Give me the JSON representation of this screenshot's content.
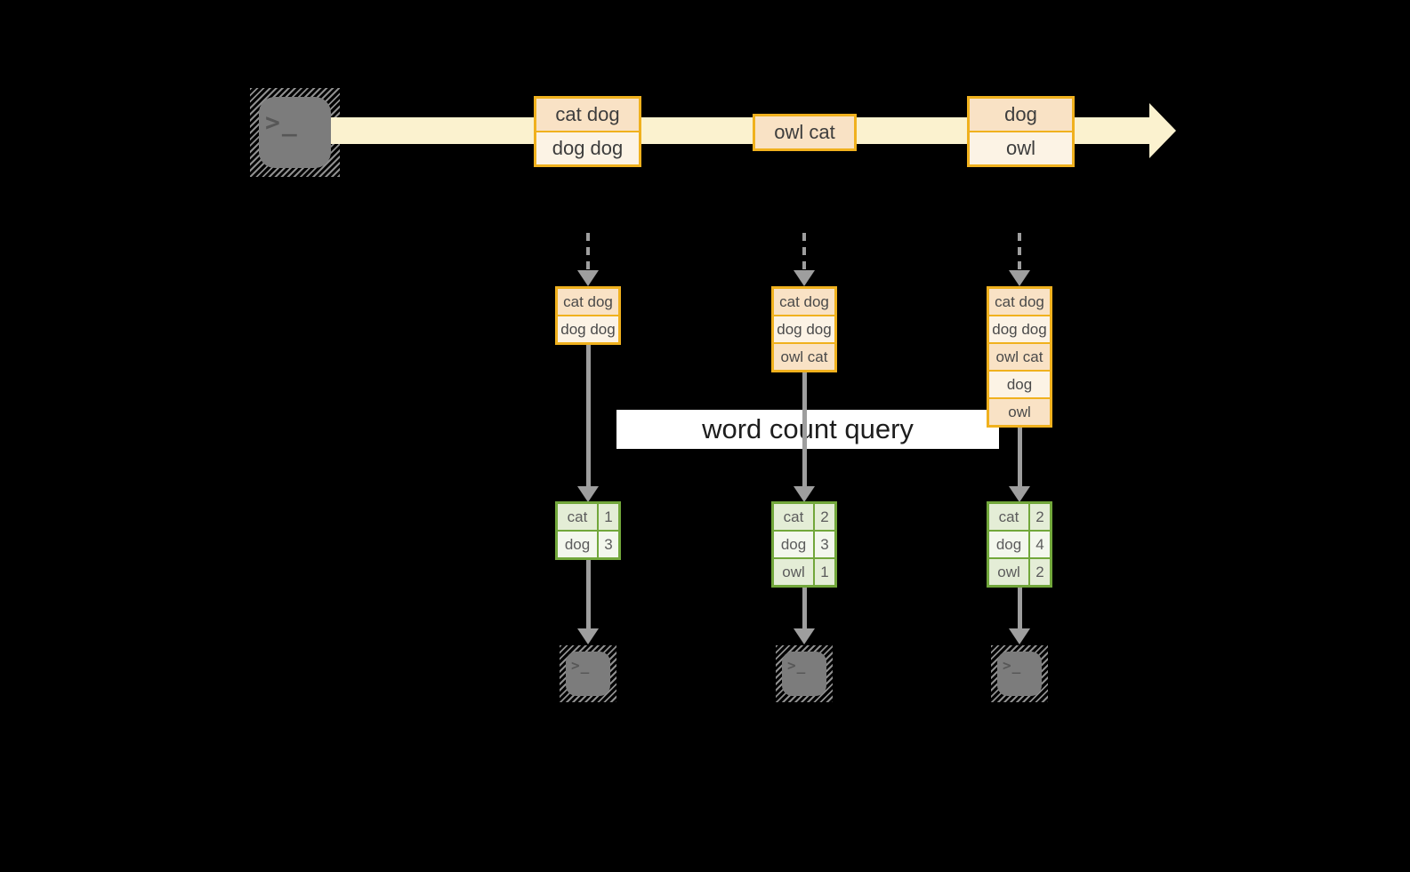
{
  "banner": {
    "label": "word count query"
  },
  "source_terminal": {
    "glyph": ">_"
  },
  "stream": {
    "events": [
      {
        "rows": [
          "cat dog",
          "dog dog"
        ]
      },
      {
        "rows": [
          "owl cat"
        ]
      },
      {
        "rows": [
          "dog",
          "owl"
        ]
      }
    ]
  },
  "pipelines": [
    {
      "state_rows": [
        "cat dog",
        "dog dog"
      ],
      "counts": [
        {
          "word": "cat",
          "count": "1"
        },
        {
          "word": "dog",
          "count": "3"
        }
      ],
      "sink_glyph": ">_"
    },
    {
      "state_rows": [
        "cat dog",
        "dog dog",
        "owl cat"
      ],
      "counts": [
        {
          "word": "cat",
          "count": "2"
        },
        {
          "word": "dog",
          "count": "3"
        },
        {
          "word": "owl",
          "count": "1"
        }
      ],
      "sink_glyph": ">_"
    },
    {
      "state_rows": [
        "cat dog",
        "dog dog",
        "owl cat",
        "dog",
        "owl"
      ],
      "counts": [
        {
          "word": "cat",
          "count": "2"
        },
        {
          "word": "dog",
          "count": "4"
        },
        {
          "word": "owl",
          "count": "2"
        }
      ],
      "sink_glyph": ">_"
    }
  ],
  "colors": {
    "amber_border": "#F0B11E",
    "peach_fill": "#F9E2C5",
    "cream_fill": "#FCF3E5",
    "band_fill": "#FBF2CF",
    "green_border": "#72A73B",
    "sage_fill": "#E4EDD6",
    "sage_light_fill": "#F3F7ED",
    "arrow_gray": "#9E9E9E",
    "terminal_gray": "#7C7C7C",
    "banner_bg": "#FFFFFF"
  }
}
